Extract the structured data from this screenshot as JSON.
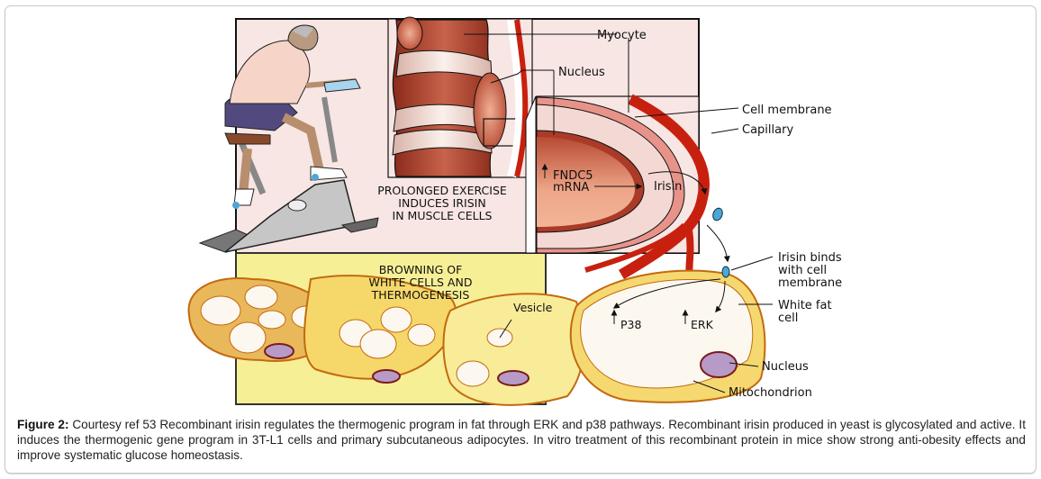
{
  "figure": {
    "panel_labels": {
      "myocyte": "Myocyte",
      "nucleus_top": "Nucleus",
      "cell_membrane": "Cell membrane",
      "capillary": "Capillary",
      "fndc5": "FNDC5",
      "mrna": "mRNA",
      "irisin": "Irisin",
      "exercise_line1": "PROLONGED EXERCISE",
      "exercise_line2": "INDUCES IRISIN",
      "exercise_line3": "IN MUSCLE CELLS",
      "browning_line1": "BROWNING OF",
      "browning_line2": "WHITE CELLS AND",
      "browning_line3": "THERMOGENESIS",
      "vesicle": "Vesicle",
      "irisin_binds_line1": "Irisin binds",
      "irisin_binds_line2": "with cell",
      "irisin_binds_line3": "membrane",
      "white_fat_line1": "White fat",
      "white_fat_line2": "cell",
      "p38": "P38",
      "erk": "ERK",
      "nucleus_bottom": "Nucleus",
      "mitochondrion": "Mitochondrion"
    },
    "colors": {
      "muscle_panel_bg": "#f7e6e4",
      "fat_panel_bg": "#f7ef95",
      "capillary_red": "#c8200f",
      "irisin_blue": "#4da6d8",
      "nucleus_purple": "#b89ac8",
      "brown_fat": "#e9b85a"
    }
  },
  "caption": {
    "label": "Figure 2:",
    "text": " Courtesy ref 53 Recombinant irisin regulates the thermogenic program in fat through ERK and p38 pathways. Recombinant irisin produced in yeast is glycosylated and active. It induces the thermogenic gene program in 3T-L1 cells and primary subcutaneous adipocytes. In vitro treatment of this recombinant protein in mice show strong anti-obesity effects and improve systematic glucose homeostasis."
  }
}
